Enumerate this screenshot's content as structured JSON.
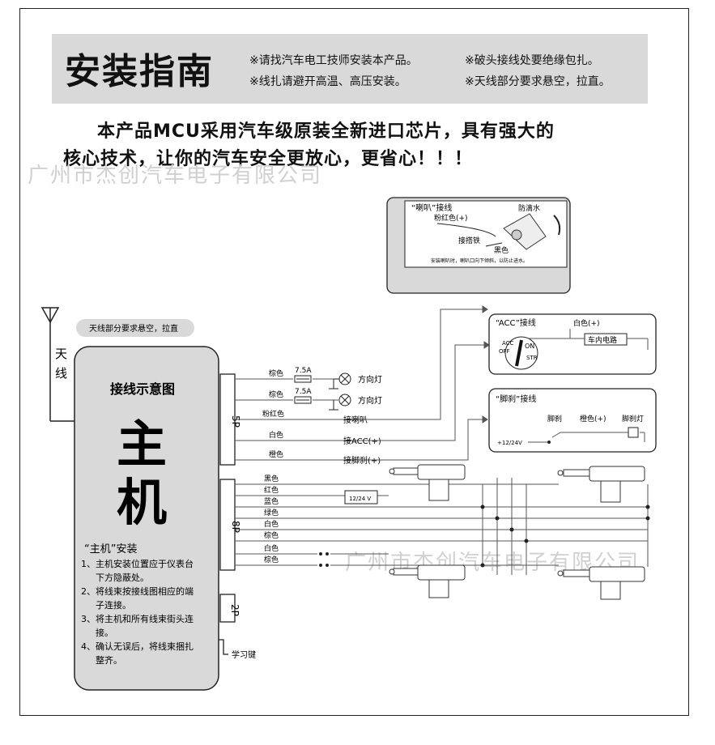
{
  "header": {
    "title": "安装指南",
    "notes": [
      "※请找汽车电工技师安装本产品。",
      "※破头接线处要绝缘包扎。",
      "※线扎请避开高温、高压安装。",
      "※天线部分要求悬空，拉直。"
    ]
  },
  "intro": {
    "line1": "本产品MCU采用汽车级原装全新进口芯片，具有强大的",
    "line2": "核心技术，让你的汽车安全更放心，更省心！！！"
  },
  "watermark": "广州市杰创汽车电子有限公司",
  "antenna": {
    "label1": "天",
    "label2": "线",
    "hint": "天线部分要求悬空，拉直"
  },
  "main_unit": {
    "diagram_title": "接线示意图",
    "char1": "主",
    "char2": "机",
    "install_title": "“主机”安装",
    "steps": [
      "1、主机安装位置应于仪表台",
      "下方隐蔽处。",
      "2、将线束按接线图相应的端",
      "子连接。",
      "3、将主机和所有线束街头连",
      "接。",
      "4、确认无误后，将线束捆扎",
      "整齐。"
    ]
  },
  "connectors": {
    "p5": "5P",
    "p8": "8P",
    "p2": "2P",
    "learn_key": "学习键"
  },
  "wires_5p": {
    "brown1": "棕色",
    "brown2": "棕色",
    "fuse1": "7.5A",
    "fuse2": "7.5A",
    "turn1": "方向灯",
    "turn2": "方向灯",
    "pink": "粉红色",
    "horn_conn": "接喇叭",
    "white": "白色",
    "acc_conn": "接ACC(+)",
    "orange": "橙色",
    "brake_conn": "接脚刹(+)"
  },
  "wires_8p": [
    "黑色",
    "红色",
    "蓝色",
    "绿色",
    "白色",
    "棕色",
    "白色",
    "棕色"
  ],
  "power_label": "12/24 V",
  "horn_box": {
    "title": "“喇叭”接线",
    "waterproof": "防滴水",
    "pink": "粉红色(+)",
    "ground": "接搭铁",
    "black": "黑色",
    "note": "安装喇叭时，喇叭口向下倾斜，以防止进水。"
  },
  "acc_box": {
    "title": "“ACC”接线",
    "white": "白色(+)",
    "circuit": "车内电路",
    "acc": "ACC",
    "on": "ON",
    "off": "OFF",
    "str": "STR"
  },
  "brake_box": {
    "title": "“脚刹”接线",
    "brake": "脚刹",
    "orange": "橙色(+)",
    "brake_light": "脚刹灯",
    "voltage": "+12/24V"
  }
}
